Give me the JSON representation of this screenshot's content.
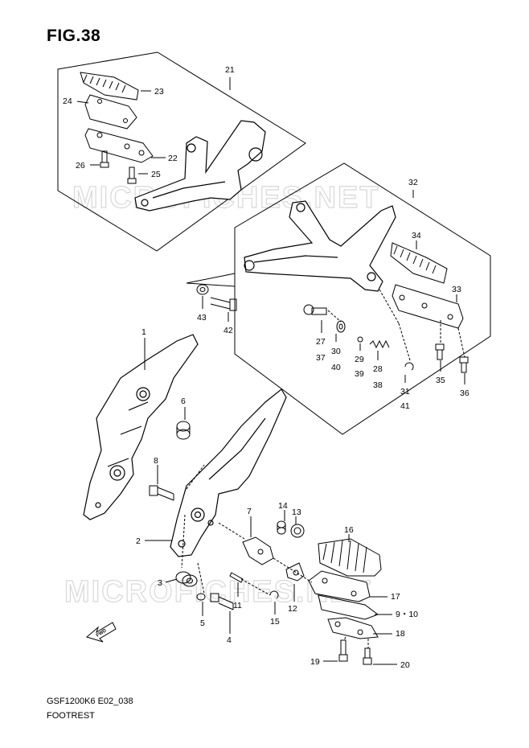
{
  "figure": {
    "title": "FIG.38"
  },
  "watermark": {
    "text": "MICROFICHES.NET"
  },
  "footer": {
    "model_code": "GSF1200K6 E02_038",
    "section_name": "FOOTREST"
  },
  "direction_arrow": {
    "label": "FWD"
  },
  "part_numbers": {
    "p1": "1",
    "p2": "2",
    "p3": "3",
    "p4": "4",
    "p5": "5",
    "p6": "6",
    "p7": "7",
    "p8": "8",
    "p9_10": "9・10",
    "p11": "11",
    "p12": "12",
    "p13": "13",
    "p14": "14",
    "p15": "15",
    "p16": "16",
    "p17": "17",
    "p18": "18",
    "p19": "19",
    "p20": "20",
    "p21": "21",
    "p22": "22",
    "p23": "23",
    "p24": "24",
    "p25": "25",
    "p26": "26",
    "p27": "27",
    "p28": "28",
    "p29": "29",
    "p30": "30",
    "p31": "31",
    "p32": "32",
    "p33": "33",
    "p34": "34",
    "p35": "35",
    "p36": "36",
    "p37": "37",
    "p38": "38",
    "p39": "39",
    "p40": "40",
    "p41": "41",
    "p42": "42",
    "p43": "43"
  }
}
